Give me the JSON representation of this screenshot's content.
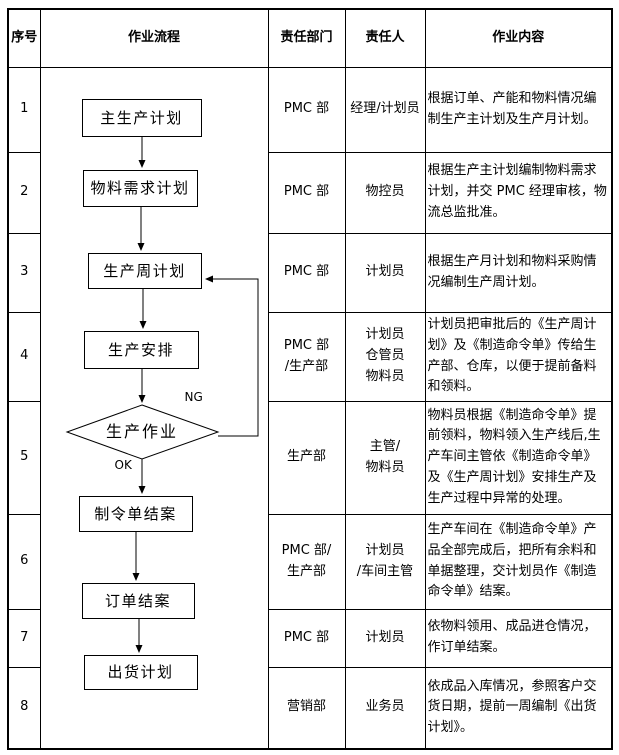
{
  "table": {
    "headers": {
      "no": "序号",
      "flow": "作业流程",
      "dept": "责任部门",
      "person": "责任人",
      "content": "作业内容"
    },
    "rows": [
      {
        "no": "1",
        "dept": "PMC 部",
        "person": "经理/计划员",
        "content": "根据订单、产能和物料情况编制生产主计划及生产月计划。"
      },
      {
        "no": "2",
        "dept": "PMC 部",
        "person": "物控员",
        "content": "根据生产主计划编制物料需求计划，并交 PMC 经理审核，物流总监批准。"
      },
      {
        "no": "3",
        "dept": "PMC 部",
        "person": "计划员",
        "content": "根据生产月计划和物料采购情况编制生产周计划。"
      },
      {
        "no": "4",
        "dept": "PMC 部\n/生产部",
        "person": "计划员\n仓管员\n物料员",
        "content": "计划员把审批后的《生产周计划》及《制造命令单》传给生产部、仓库，以便于提前备料和领料。"
      },
      {
        "no": "5",
        "dept": "生产部",
        "person": "主管/\n物料员",
        "content": "物料员根据《制造命令单》提前领料，物料领入生产线后,生产车间主管依《制造命令单》及《生产周计划》安排生产及生产过程中异常的处理。"
      },
      {
        "no": "6",
        "dept": "PMC 部/\n生产部",
        "person": "计划员\n/车间主管",
        "content": "生产车间在《制造命令单》产品全部完成后，把所有余料和单据整理，交计划员作《制造命令单》结案。"
      },
      {
        "no": "7",
        "dept": "PMC 部",
        "person": "计划员",
        "content": "依物料领用、成品进仓情况，作订单结案。"
      },
      {
        "no": "8",
        "dept": "营销部",
        "person": "业务员",
        "content": "依成品入库情况，参照客户交货日期，提前一周编制《出货计划》。"
      }
    ]
  },
  "flowchart": {
    "nodes": [
      {
        "label": "主生产计划",
        "shape": "rect"
      },
      {
        "label": "物料需求计划",
        "shape": "rect"
      },
      {
        "label": "生产周计划",
        "shape": "rect"
      },
      {
        "label": "生产安排",
        "shape": "rect"
      },
      {
        "label": "生产作业",
        "shape": "diamond"
      },
      {
        "label": "制令单结案",
        "shape": "rect"
      },
      {
        "label": "订单结案",
        "shape": "rect"
      },
      {
        "label": "出货计划",
        "shape": "rect"
      }
    ],
    "labels": {
      "ng": "NG",
      "ok": "OK"
    }
  },
  "colors": {
    "border": "#000000",
    "text": "#000000",
    "background": "#ffffff"
  }
}
